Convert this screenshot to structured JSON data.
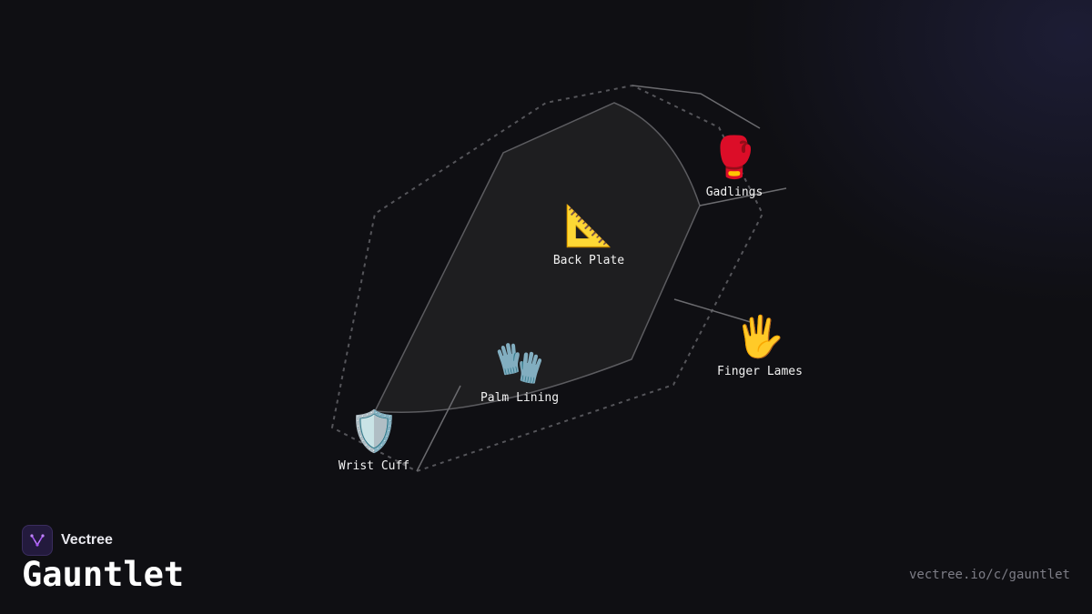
{
  "diagram": {
    "nodes": [
      {
        "id": "gadlings",
        "label": "Gadlings",
        "icon": "boxing-glove-icon",
        "glyph": "🥊"
      },
      {
        "id": "back-plate",
        "label": "Back Plate",
        "icon": "triangular-ruler-icon",
        "glyph": "📐"
      },
      {
        "id": "finger-lames",
        "label": "Finger Lames",
        "icon": "raised-hand-icon",
        "glyph": "🖐"
      },
      {
        "id": "palm-lining",
        "label": "Palm Lining",
        "icon": "gloves-icon",
        "glyph": "🧤"
      },
      {
        "id": "wrist-cuff",
        "label": "Wrist Cuff",
        "icon": "shield-icon",
        "glyph": "🛡️"
      }
    ]
  },
  "brand": {
    "name": "Vectree",
    "logo_icon": "vectree-logo-icon",
    "accent": "#a855f7"
  },
  "page": {
    "title": "Gauntlet",
    "url": "vectree.io/c/gauntlet"
  },
  "colors": {
    "background": "#0f0f13",
    "shape_fill": "#1e1e20",
    "line": "#6b6b6f"
  }
}
